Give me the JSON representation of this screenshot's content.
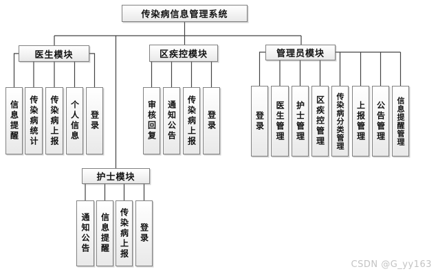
{
  "title": "传染病信息管理系统",
  "modules": {
    "doctor": {
      "label": "医生模块",
      "children": [
        "信息提醒",
        "传染病统计",
        "传染病上报",
        "个人信息",
        "登录"
      ]
    },
    "cdc": {
      "label": "区疾控模块",
      "children": [
        "审核回复",
        "通知公告",
        "传染病上报",
        "登录"
      ]
    },
    "admin": {
      "label": "管理员模块",
      "children": [
        "登录",
        "医生管理",
        "护士管理",
        "区疾控管理",
        "传染病分类管理",
        "上报管理",
        "公告管理",
        "信息提醒管理"
      ]
    },
    "nurse": {
      "label": "护士模块",
      "children": [
        "通知公告",
        "信息提醒",
        "传染病上报",
        "登录"
      ]
    }
  },
  "watermark": "CSDN @G_yy163",
  "colors": {
    "box_border": "#7f7f7f",
    "box_fill": "#f3f3f3",
    "connector_line": "#404040",
    "text": "#111111",
    "watermark": "#c3c3c3",
    "background": "#ffffff"
  }
}
